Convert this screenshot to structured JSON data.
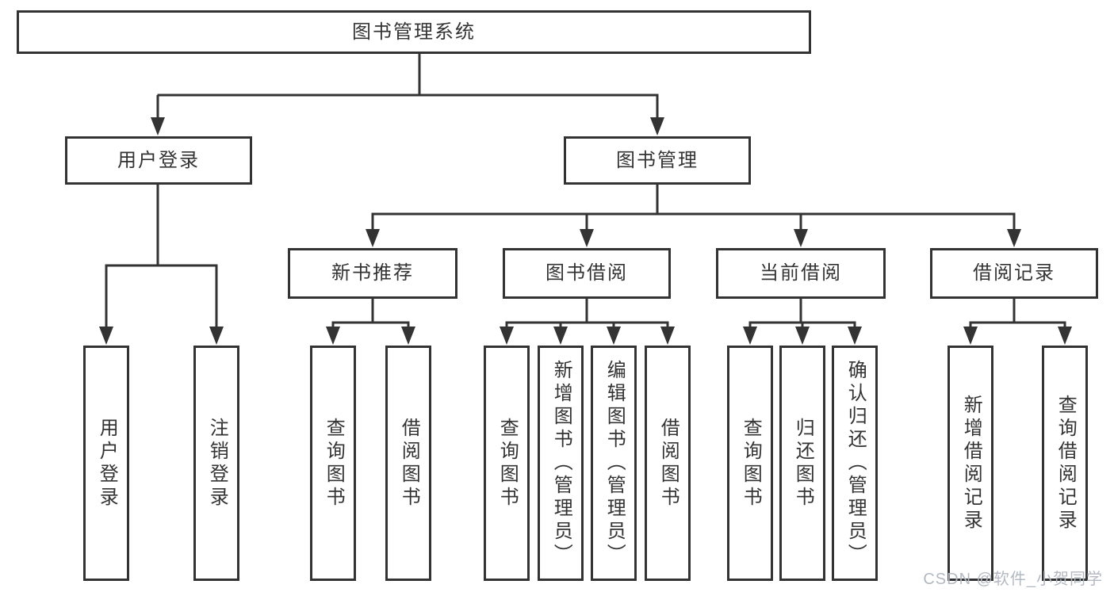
{
  "diagram": {
    "title": "图书管理系统",
    "branches": [
      {
        "label": "用户登录",
        "children": [
          "用户登录",
          "注销登录"
        ]
      },
      {
        "label": "图书管理",
        "sections": [
          {
            "label": "新书推荐",
            "children": [
              "查询图书",
              "借阅图书"
            ]
          },
          {
            "label": "图书借阅",
            "children": [
              "查询图书",
              "新增图书（管理员）",
              "编辑图书（管理员）",
              "借阅图书"
            ]
          },
          {
            "label": "当前借阅",
            "children": [
              "查询图书",
              "归还图书",
              "确认归还（管理员）"
            ]
          },
          {
            "label": "借阅记录",
            "children": [
              "新增借阅记录",
              "查询借阅记录"
            ]
          }
        ]
      }
    ]
  },
  "watermark": {
    "text": "CSDN @软件_小贺同学",
    "color": "#b3b9c2"
  },
  "colors": {
    "line": "#333333",
    "text": "#333333",
    "background": "#ffffff"
  }
}
